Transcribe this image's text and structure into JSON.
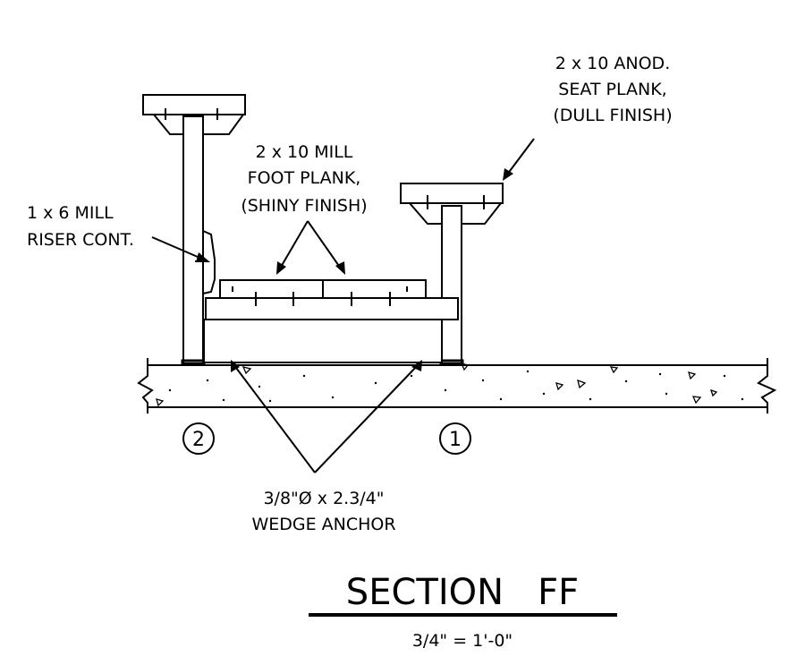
{
  "labels": {
    "seat_plank": [
      "2 x 10 ANOD.",
      "SEAT PLANK,",
      "(DULL FINISH)"
    ],
    "foot_plank": [
      "2 x 10 MILL",
      "FOOT PLANK,",
      "(SHINY FINISH)"
    ],
    "riser": [
      "1 x 6 MILL",
      "RISER CONT."
    ],
    "anchor": [
      "3/8\"Ø x 2.3/4\"",
      "WEDGE ANCHOR"
    ]
  },
  "callouts": [
    "2",
    "1"
  ],
  "title": "SECTION   FF",
  "scale": "3/4\" = 1'-0\""
}
